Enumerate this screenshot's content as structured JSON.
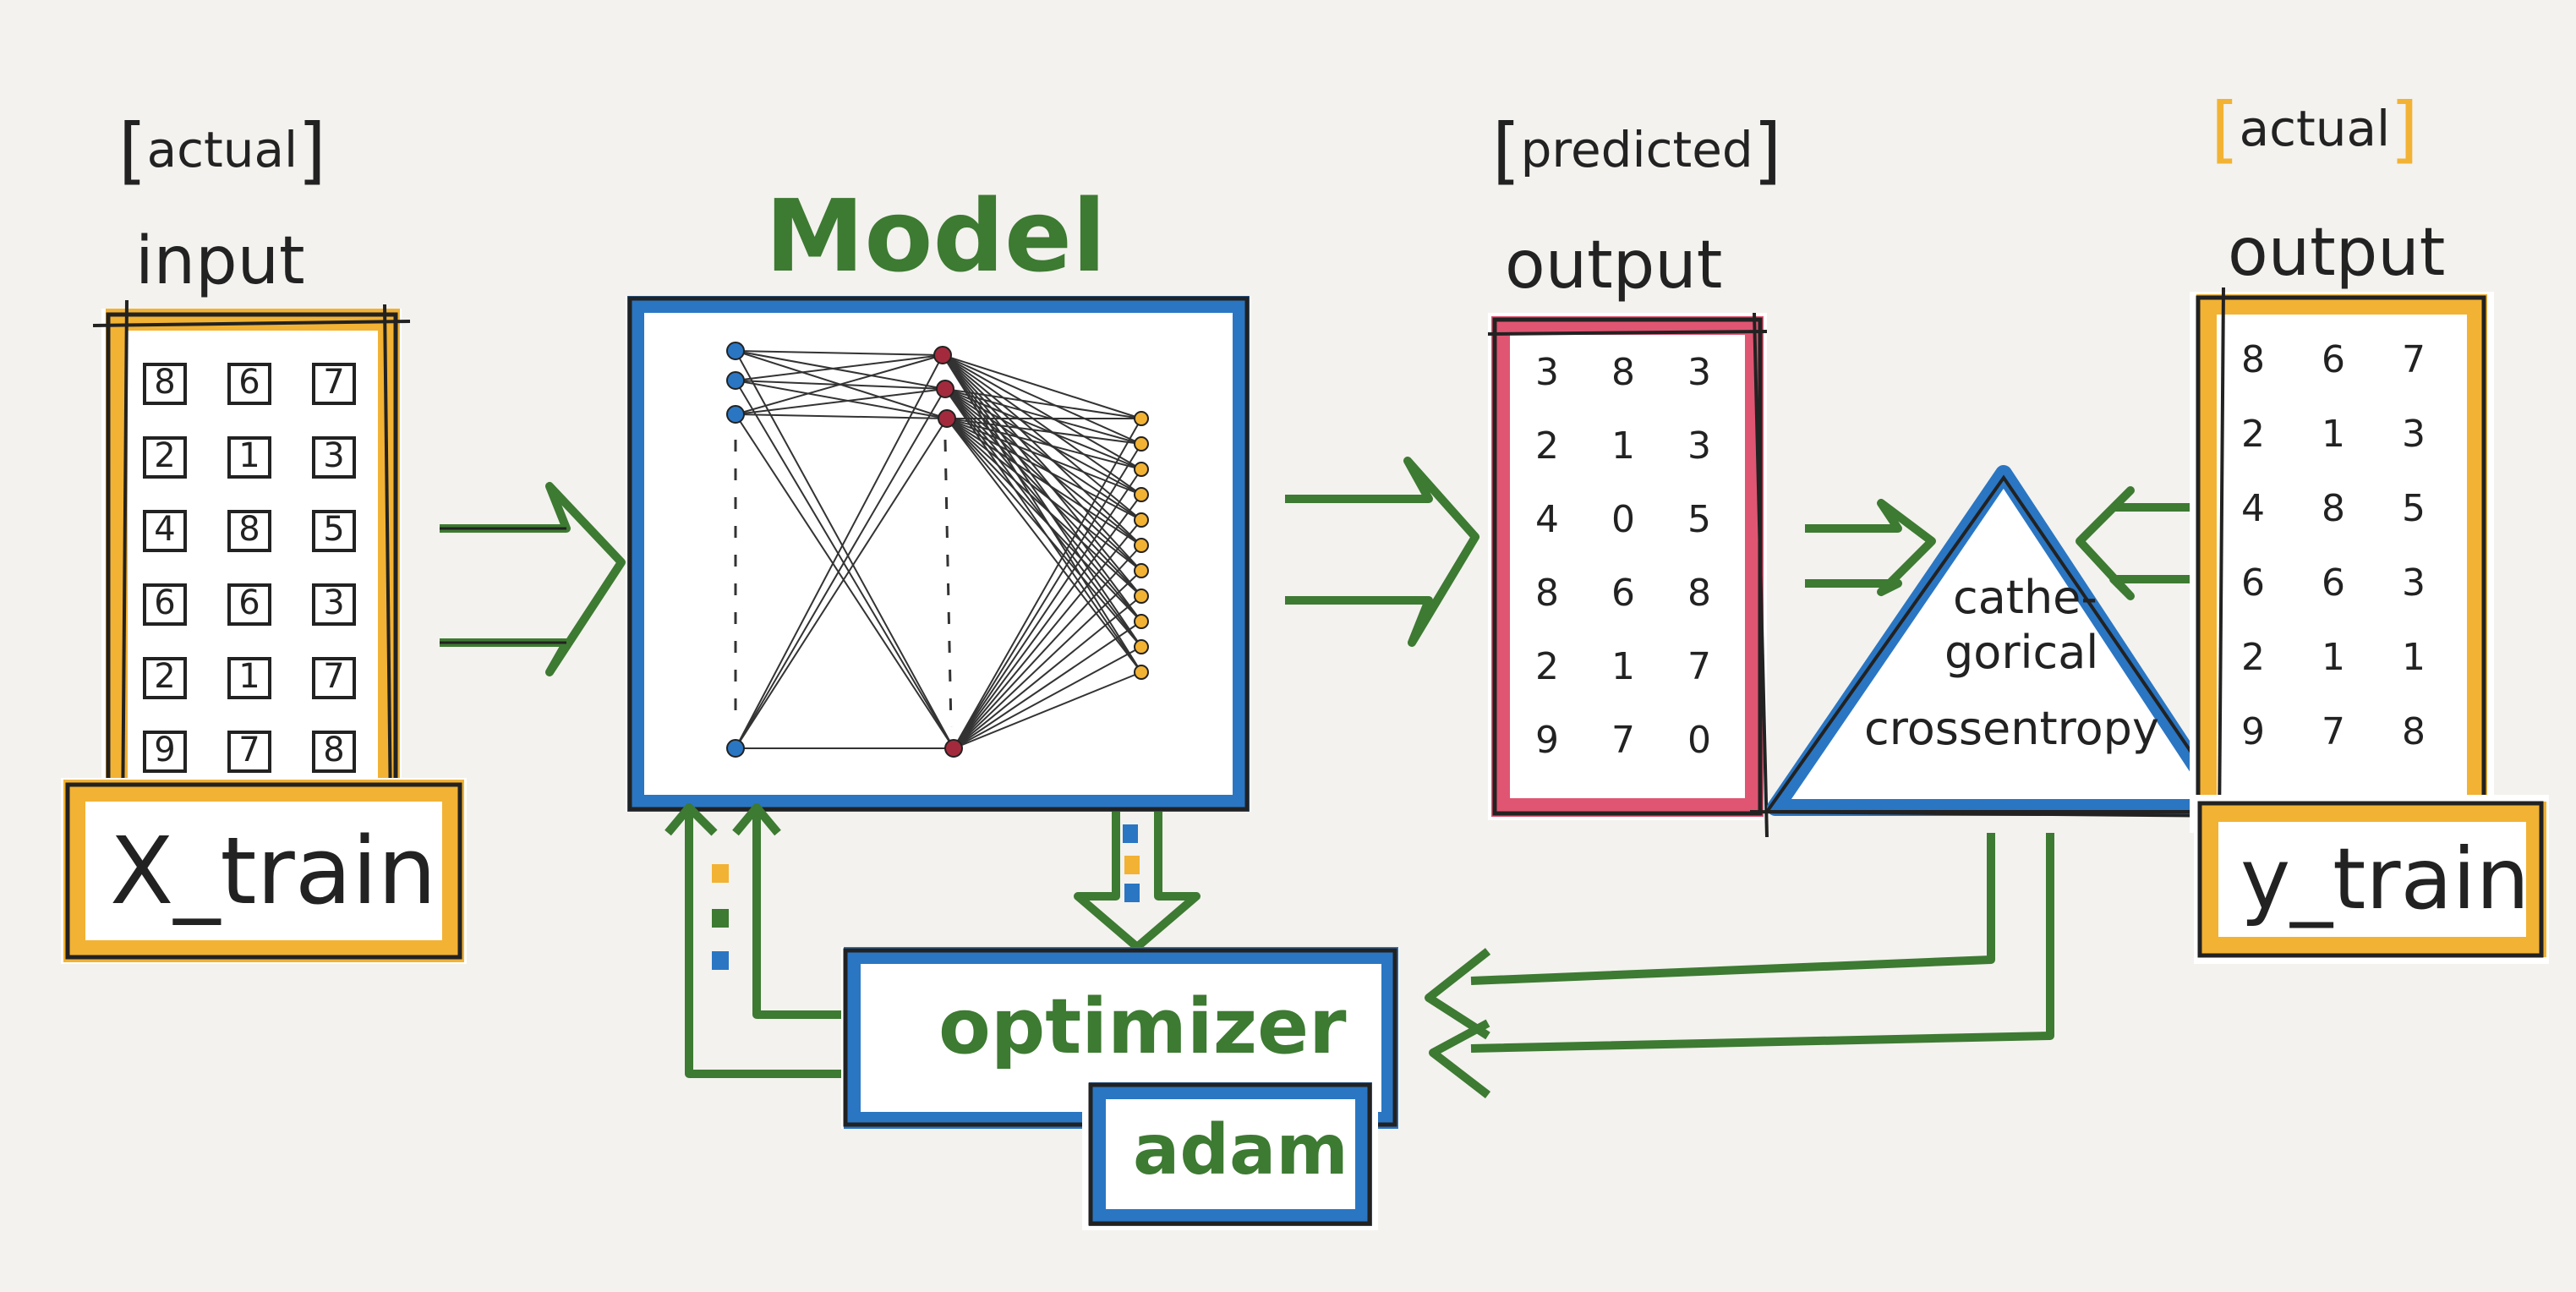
{
  "colors": {
    "background": "#f3f2ee",
    "orange": "#f2b233",
    "blue": "#2a76c3",
    "pink": "#e05572",
    "green": "#3d7a32",
    "ink": "#222222",
    "dark_red": "#a32a3c"
  },
  "x_train": {
    "tag": "actual",
    "title": "input",
    "name": "X_train",
    "rows": [
      [
        "8",
        "6",
        "7"
      ],
      [
        "2",
        "1",
        "3"
      ],
      [
        "4",
        "8",
        "5"
      ],
      [
        "6",
        "6",
        "3"
      ],
      [
        "2",
        "1",
        "7"
      ],
      [
        "9",
        "7",
        "8"
      ]
    ]
  },
  "model": {
    "title": "Model"
  },
  "predicted": {
    "tag": "predicted",
    "title": "output",
    "rows": [
      [
        "3",
        "8",
        "3"
      ],
      [
        "2",
        "1",
        "3"
      ],
      [
        "4",
        "0",
        "5"
      ],
      [
        "8",
        "6",
        "8"
      ],
      [
        "2",
        "1",
        "7"
      ],
      [
        "9",
        "7",
        "0"
      ]
    ]
  },
  "loss": {
    "line1": "cathe-",
    "line2": "gorical",
    "line3": "crossentropy"
  },
  "y_train": {
    "tag": "actual",
    "title": "output",
    "name": "y_train",
    "rows": [
      [
        "8",
        "6",
        "7"
      ],
      [
        "2",
        "1",
        "3"
      ],
      [
        "4",
        "8",
        "5"
      ],
      [
        "6",
        "6",
        "3"
      ],
      [
        "2",
        "1",
        "1"
      ],
      [
        "9",
        "7",
        "8"
      ]
    ]
  },
  "optimizer": {
    "title": "optimizer",
    "name": "adam"
  }
}
